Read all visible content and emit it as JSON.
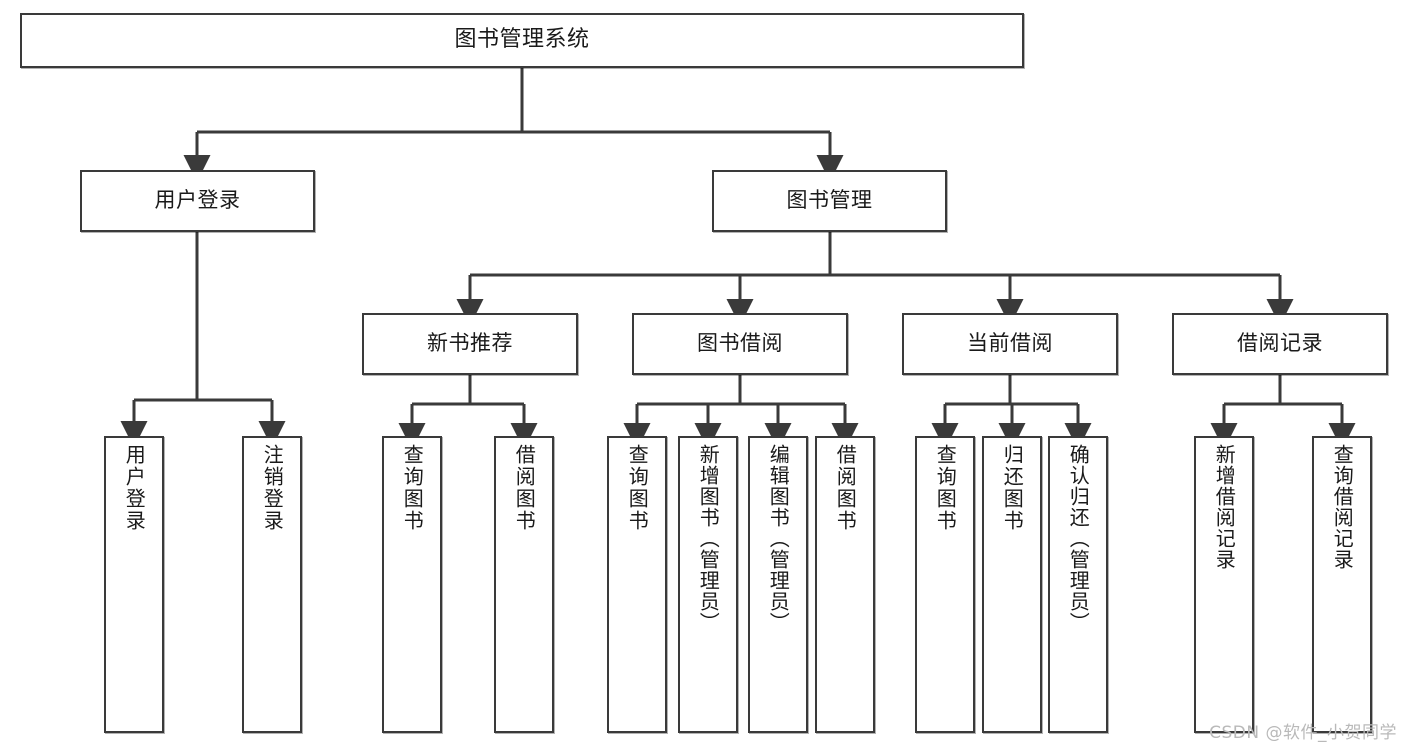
{
  "diagram": {
    "title": "图书管理系统",
    "type": "tree",
    "watermark": "CSDN @软件_小贺同学",
    "colors": {
      "border": "#3a3a3a",
      "background": "#ffffff",
      "text": "#1a1a1a",
      "edge": "#3a3a3a",
      "watermark": "#b9b9b9"
    }
  },
  "nodes": {
    "root": {
      "label": "图书管理系统"
    },
    "level2": [
      {
        "label": "用户登录"
      },
      {
        "label": "图书管理"
      }
    ],
    "level3": [
      {
        "label": "新书推荐"
      },
      {
        "label": "图书借阅"
      },
      {
        "label": "当前借阅"
      },
      {
        "label": "借阅记录"
      }
    ],
    "leaves": {
      "user_login": [
        {
          "label": "用户登录"
        },
        {
          "label": "注销登录"
        }
      ],
      "new_book_recommend": [
        {
          "label": "查询图书"
        },
        {
          "label": "借阅图书"
        }
      ],
      "book_borrow": [
        {
          "label": "查询图书"
        },
        {
          "label": "新增图书（管理员）"
        },
        {
          "label": "编辑图书（管理员）"
        },
        {
          "label": "借阅图书"
        }
      ],
      "current_borrow": [
        {
          "label": "查询图书"
        },
        {
          "label": "归还图书"
        },
        {
          "label": "确认归还（管理员）"
        }
      ],
      "borrow_record": [
        {
          "label": "新增借阅记录"
        },
        {
          "label": "查询借阅记录"
        }
      ]
    }
  }
}
